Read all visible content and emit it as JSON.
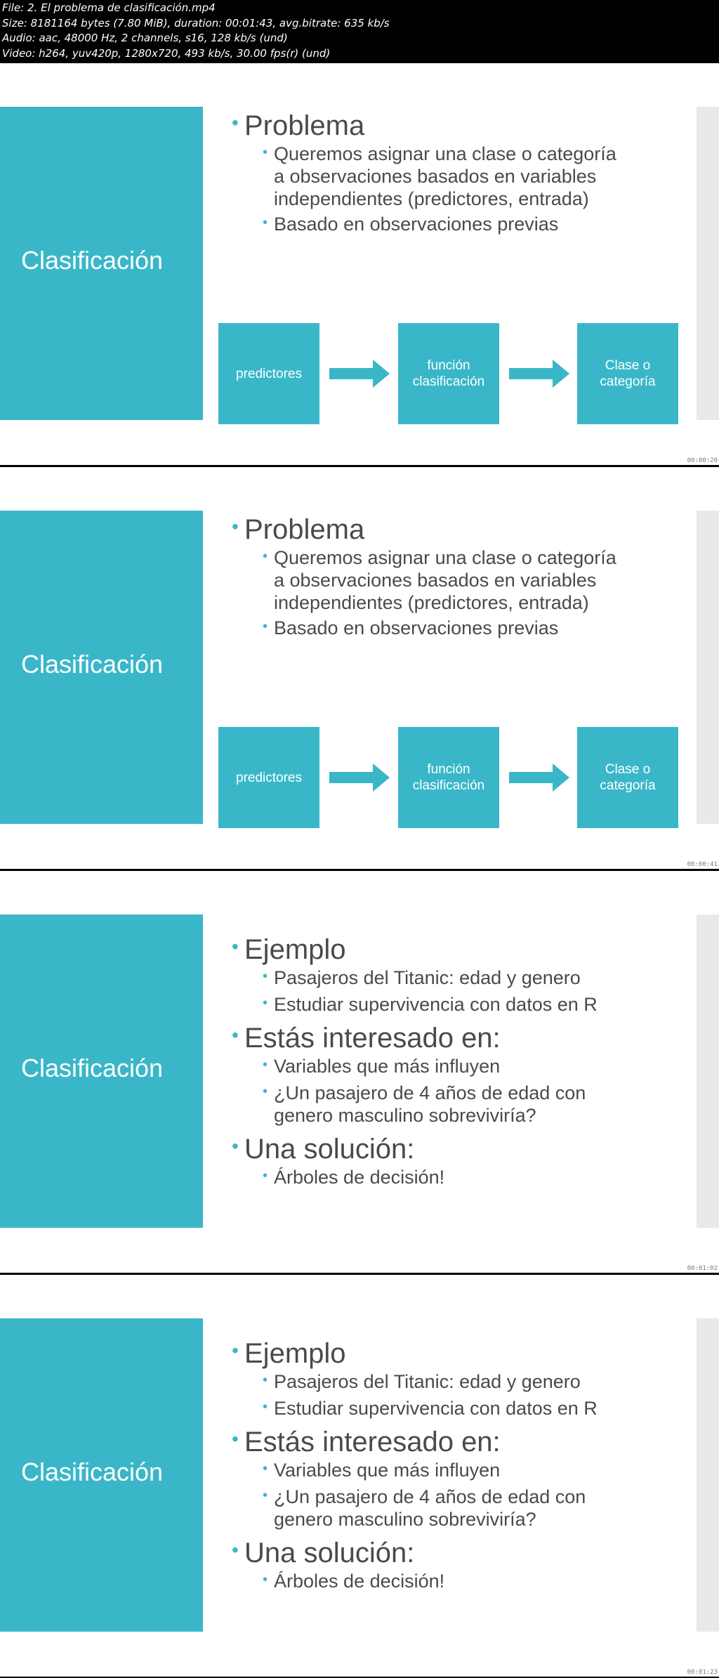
{
  "file_info": {
    "line1": "File: 2. El problema de clasificación.mp4",
    "line2": "Size: 8181164 bytes (7.80 MiB), duration: 00:01:43, avg.bitrate: 635 kb/s",
    "line3": "Audio: aac, 48000 Hz, 2 channels, s16, 128 kb/s (und)",
    "line4": "Video: h264, yuv420p, 1280x720, 493 kb/s, 30.00 fps(r) (und)"
  },
  "colors": {
    "accent": "#39b7c9",
    "text": "#4a4a4a",
    "rightbar": "#e9e9e9"
  },
  "frames": [
    {
      "sidebar_title": "Clasificación",
      "heading": "Problema",
      "bullets": [
        "Queremos asignar una clase o categoría\na observaciones basados en variables\nindependientes (predictores, entrada)",
        "Basado en observaciones previas"
      ],
      "diagram": [
        "predictores",
        "función\nclasificación",
        "Clase o\ncategoría"
      ],
      "timestamp": "00:00:20"
    },
    {
      "sidebar_title": "Clasificación",
      "heading": "Problema",
      "bullets": [
        "Queremos asignar una clase o categoría\na observaciones basados en variables\nindependientes (predictores, entrada)",
        "Basado en observaciones previas"
      ],
      "diagram": [
        "predictores",
        "función\nclasificación",
        "Clase o\ncategoría"
      ],
      "timestamp": "00:00:41"
    },
    {
      "sidebar_title": "Clasificación",
      "sections": [
        {
          "heading": "Ejemplo",
          "bullets": [
            "Pasajeros del Titanic: edad y genero",
            "Estudiar supervivencia con datos en R"
          ]
        },
        {
          "heading": "Estás interesado en:",
          "bullets": [
            "Variables que más influyen",
            "¿Un pasajero de 4 años de edad con\ngenero masculino sobreviviría?"
          ]
        },
        {
          "heading": "Una solución:",
          "bullets": [
            "Árboles de decisión!"
          ]
        }
      ],
      "timestamp": "00:01:02"
    },
    {
      "sidebar_title": "Clasificación",
      "sections": [
        {
          "heading": "Ejemplo",
          "bullets": [
            "Pasajeros del Titanic: edad y genero",
            "Estudiar supervivencia con datos en R"
          ]
        },
        {
          "heading": "Estás interesado en:",
          "bullets": [
            "Variables que más influyen",
            "¿Un pasajero de 4 años de edad con\ngenero masculino sobreviviría?"
          ]
        },
        {
          "heading": "Una solución:",
          "bullets": [
            "Árboles de decisión!"
          ]
        }
      ],
      "timestamp": "00:01:23"
    }
  ]
}
